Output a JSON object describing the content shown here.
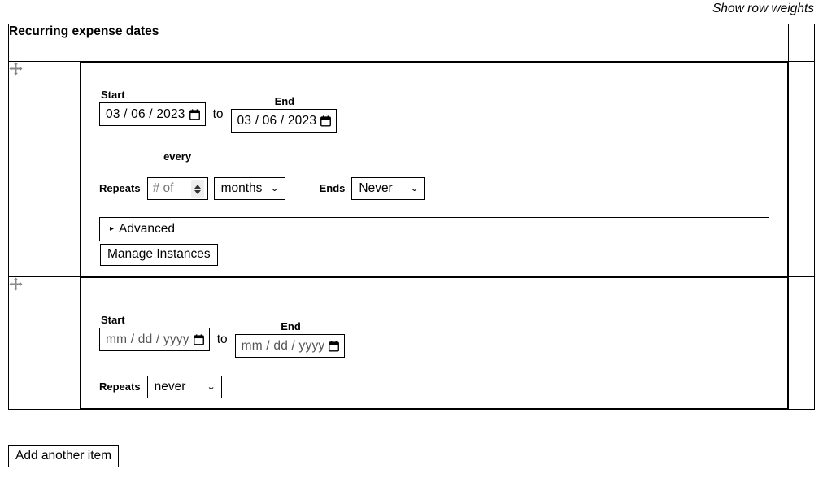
{
  "toolbar": {
    "show_row_weights_label": "Show row weights"
  },
  "table": {
    "header": {
      "title": "Recurring expense dates",
      "weight_column_label": ""
    },
    "rows": [
      {
        "drag_handle_icon": "move-icon",
        "recurring": {
          "start_label": "Start",
          "start_value": "03 / 06 / 2023",
          "to_label": "to",
          "end_label": "End",
          "end_value": "03 / 06 / 2023",
          "calendar_icon": "calendar-icon",
          "repeats_label": "Repeats",
          "every_label": "every",
          "interval_placeholder": "# of",
          "interval_value": "",
          "unit_value": "months",
          "ends_label": "Ends",
          "ends_value": "Never",
          "advanced_label": "Advanced",
          "advanced_marker": "▸",
          "manage_instances_label": "Manage Instances"
        }
      },
      {
        "drag_handle_icon": "move-icon",
        "recurring": {
          "start_label": "Start",
          "start_value": "mm / dd / yyyy",
          "to_label": "to",
          "end_label": "End",
          "end_value": "mm / dd / yyyy",
          "calendar_icon": "calendar-icon",
          "repeats_label": "Repeats",
          "repeats_value": "never"
        }
      }
    ]
  },
  "footer": {
    "add_another_item_label": "Add another item"
  }
}
